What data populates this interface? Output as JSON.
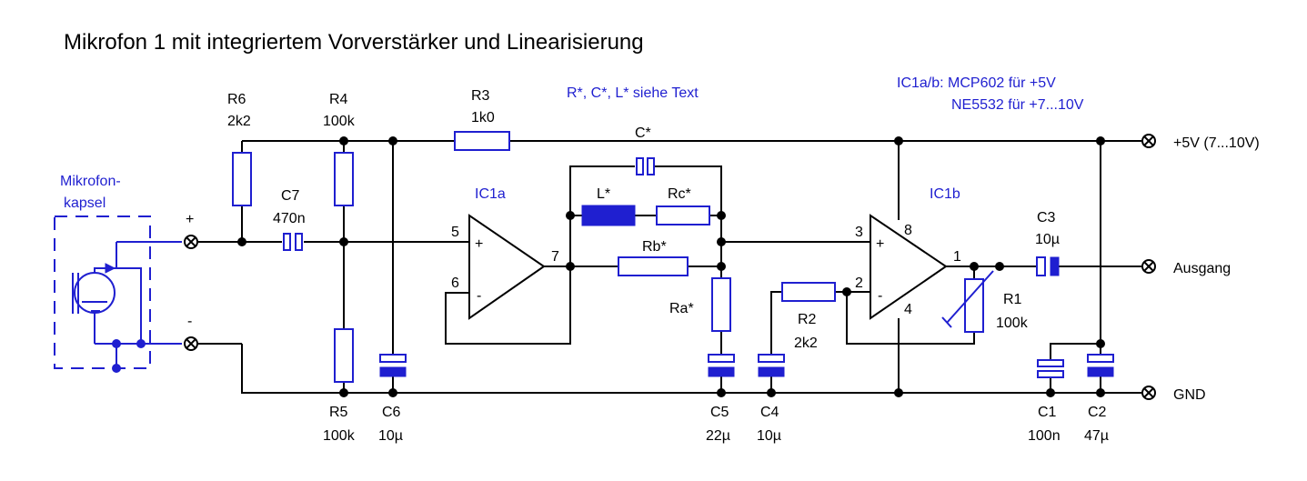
{
  "title": "Mikrofon 1 mit integriertem Vorverstärker und Linearisierung",
  "notes": {
    "rcl": "R*, C*, L* siehe Text",
    "ic_line1": "IC1a/b: MCP602 für +5V",
    "ic_line2": "NE5532 für  +7...10V"
  },
  "components": {
    "R6": {
      "name": "R6",
      "value": "2k2"
    },
    "R4": {
      "name": "R4",
      "value": "100k"
    },
    "R3": {
      "name": "R3",
      "value": "1k0"
    },
    "R5": {
      "name": "R5",
      "value": "100k"
    },
    "C7": {
      "name": "C7",
      "value": "470n"
    },
    "C6": {
      "name": "C6",
      "value": "10µ"
    },
    "C5": {
      "name": "C5",
      "value": "22µ"
    },
    "C4": {
      "name": "C4",
      "value": "10µ"
    },
    "C3": {
      "name": "C3",
      "value": "10µ"
    },
    "C1": {
      "name": "C1",
      "value": "100n"
    },
    "C2": {
      "name": "C2",
      "value": "47µ"
    },
    "R2": {
      "name": "R2",
      "value": "2k2"
    },
    "R1": {
      "name": "R1",
      "value": "100k"
    },
    "Cstar": {
      "name": "C*"
    },
    "Lstar": {
      "name": "L*"
    },
    "Rc": {
      "name": "Rc*"
    },
    "Rb": {
      "name": "Rb*"
    },
    "Ra": {
      "name": "Ra*"
    },
    "IC1a": {
      "name": "IC1a",
      "pin_plus": "5",
      "pin_minus": "6",
      "pin_out": "7",
      "plus": "+",
      "minus": "-"
    },
    "IC1b": {
      "name": "IC1b",
      "pin_plus": "3",
      "pin_minus": "2",
      "pin_out": "1",
      "pin_vcc": "8",
      "pin_gnd": "4",
      "plus": "+",
      "minus": "-"
    }
  },
  "microphone": {
    "label_line1": "Mikrofon-",
    "label_line2": "kapsel",
    "plus": "+",
    "minus": "-"
  },
  "terminals": {
    "supply": "+5V (7...10V)",
    "output": "Ausgang",
    "ground": "GND"
  },
  "colors": {
    "wire": "#000000",
    "component": "#1f1fd0"
  }
}
